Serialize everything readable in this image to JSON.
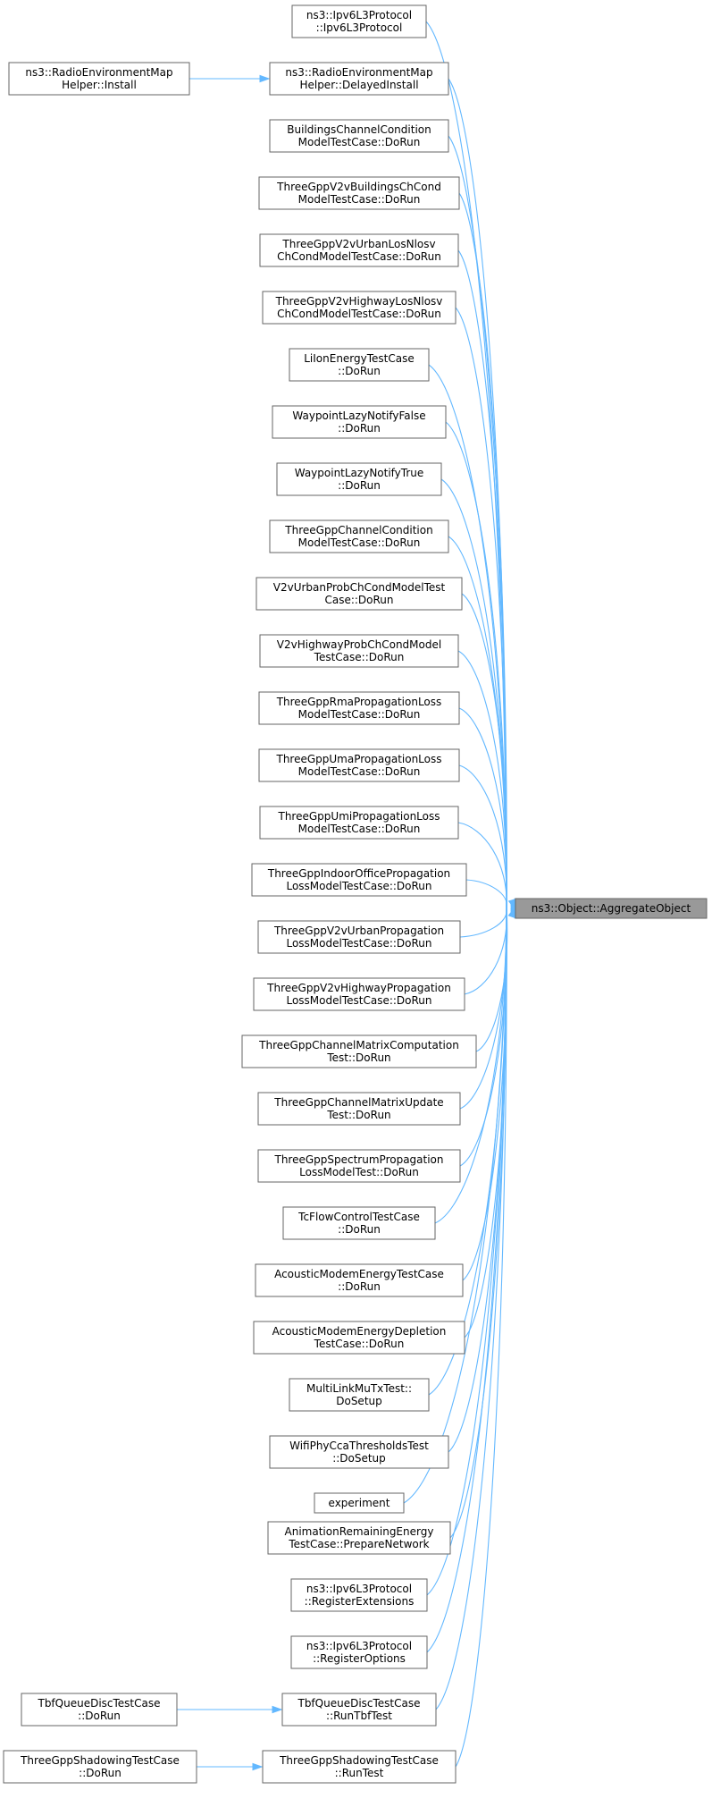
{
  "target": {
    "id": "target",
    "lines": [
      "ns3::Object::AggregateObject"
    ]
  },
  "callers": [
    {
      "id": "c0",
      "lines": [
        "ns3::Ipv6L3Protocol",
        "::Ipv6L3Protocol"
      ]
    },
    {
      "id": "c1",
      "lines": [
        "ns3::RadioEnvironmentMap",
        "Helper::DelayedInstall"
      ]
    },
    {
      "id": "c2",
      "lines": [
        "BuildingsChannelCondition",
        "ModelTestCase::DoRun"
      ]
    },
    {
      "id": "c3",
      "lines": [
        "ThreeGppV2vBuildingsChCond",
        "ModelTestCase::DoRun"
      ]
    },
    {
      "id": "c4",
      "lines": [
        "ThreeGppV2vUrbanLosNlosv",
        "ChCondModelTestCase::DoRun"
      ]
    },
    {
      "id": "c5",
      "lines": [
        "ThreeGppV2vHighwayLosNlosv",
        "ChCondModelTestCase::DoRun"
      ]
    },
    {
      "id": "c6",
      "lines": [
        "LiIonEnergyTestCase",
        "::DoRun"
      ]
    },
    {
      "id": "c7",
      "lines": [
        "WaypointLazyNotifyFalse",
        "::DoRun"
      ]
    },
    {
      "id": "c8",
      "lines": [
        "WaypointLazyNotifyTrue",
        "::DoRun"
      ]
    },
    {
      "id": "c9",
      "lines": [
        "ThreeGppChannelCondition",
        "ModelTestCase::DoRun"
      ]
    },
    {
      "id": "c10",
      "lines": [
        "V2vUrbanProbChCondModelTest",
        "Case::DoRun"
      ]
    },
    {
      "id": "c11",
      "lines": [
        "V2vHighwayProbChCondModel",
        "TestCase::DoRun"
      ]
    },
    {
      "id": "c12",
      "lines": [
        "ThreeGppRmaPropagationLoss",
        "ModelTestCase::DoRun"
      ]
    },
    {
      "id": "c13",
      "lines": [
        "ThreeGppUmaPropagationLoss",
        "ModelTestCase::DoRun"
      ]
    },
    {
      "id": "c14",
      "lines": [
        "ThreeGppUmiPropagationLoss",
        "ModelTestCase::DoRun"
      ]
    },
    {
      "id": "c15",
      "lines": [
        "ThreeGppIndoorOfficePropagation",
        "LossModelTestCase::DoRun"
      ]
    },
    {
      "id": "c16",
      "lines": [
        "ThreeGppV2vUrbanPropagation",
        "LossModelTestCase::DoRun"
      ]
    },
    {
      "id": "c17",
      "lines": [
        "ThreeGppV2vHighwayPropagation",
        "LossModelTestCase::DoRun"
      ]
    },
    {
      "id": "c18",
      "lines": [
        "ThreeGppChannelMatrixComputation",
        "Test::DoRun"
      ]
    },
    {
      "id": "c19",
      "lines": [
        "ThreeGppChannelMatrixUpdate",
        "Test::DoRun"
      ]
    },
    {
      "id": "c20",
      "lines": [
        "ThreeGppSpectrumPropagation",
        "LossModelTest::DoRun"
      ]
    },
    {
      "id": "c21",
      "lines": [
        "TcFlowControlTestCase",
        "::DoRun"
      ]
    },
    {
      "id": "c22",
      "lines": [
        "AcousticModemEnergyTestCase",
        "::DoRun"
      ]
    },
    {
      "id": "c23",
      "lines": [
        "AcousticModemEnergyDepletion",
        "TestCase::DoRun"
      ]
    },
    {
      "id": "c24",
      "lines": [
        "MultiLinkMuTxTest::",
        "DoSetup"
      ]
    },
    {
      "id": "c25",
      "lines": [
        "WifiPhyCcaThresholdsTest",
        "::DoSetup"
      ]
    },
    {
      "id": "c26",
      "lines": [
        "experiment"
      ]
    },
    {
      "id": "c27",
      "lines": [
        "AnimationRemainingEnergy",
        "TestCase::PrepareNetwork"
      ]
    },
    {
      "id": "c28",
      "lines": [
        "ns3::Ipv6L3Protocol",
        "::RegisterExtensions"
      ]
    },
    {
      "id": "c29",
      "lines": [
        "ns3::Ipv6L3Protocol",
        "::RegisterOptions"
      ]
    },
    {
      "id": "c30",
      "lines": [
        "TbfQueueDiscTestCase",
        "::RunTbfTest"
      ]
    },
    {
      "id": "c31",
      "lines": [
        "ThreeGppShadowingTestCase",
        "::RunTest"
      ]
    }
  ],
  "secondary_callers": [
    {
      "id": "s1",
      "lines": [
        "ns3::RadioEnvironmentMap",
        "Helper::Install"
      ],
      "calls": "c1"
    },
    {
      "id": "s30",
      "lines": [
        "TbfQueueDiscTestCase",
        "::DoRun"
      ],
      "calls": "c30"
    },
    {
      "id": "s31",
      "lines": [
        "ThreeGppShadowingTestCase",
        "::DoRun"
      ],
      "calls": "c31"
    }
  ],
  "colors": {
    "edge": "#63b8ff",
    "target_fill": "#999999",
    "node_border": "#666666"
  }
}
